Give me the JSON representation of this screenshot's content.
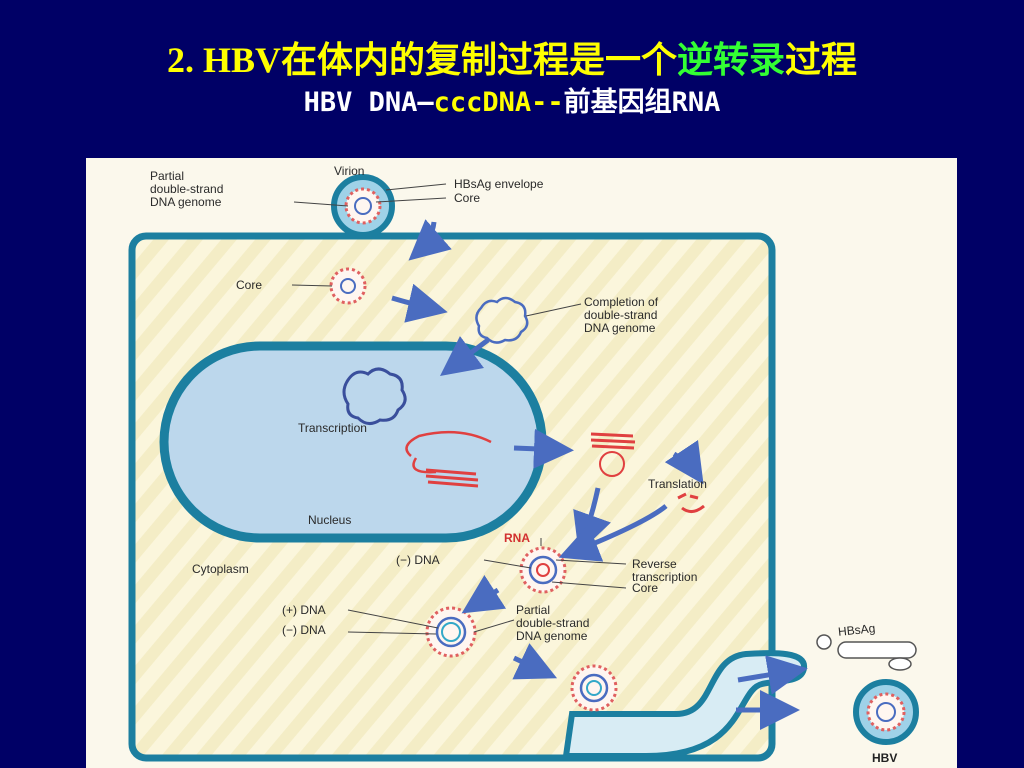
{
  "slide": {
    "title_line1": {
      "part1": "2. HBV在体内的复制过程是一个",
      "part2": "逆转录",
      "part3": "过程"
    },
    "title_line2": {
      "part1": "HBV DNA—",
      "part2": "cccDNA--",
      "part3": "前基因组RNA"
    },
    "colors": {
      "background": "#000066",
      "title": "#ffff00",
      "highlight": "#33ff33",
      "subtitle": "#ffffff"
    }
  },
  "diagram": {
    "labels": {
      "partial_genome": [
        "Partial",
        "double-strand",
        "DNA genome"
      ],
      "virion": "Virion",
      "hbsag_envelope": "HBsAg envelope",
      "core_top": "Core",
      "core_entry": "Core",
      "completion": [
        "Completion of",
        "double-strand",
        "DNA genome"
      ],
      "transcription": "Transcription",
      "translation": "Translation",
      "nucleus": "Nucleus",
      "rna": "RNA",
      "minus_dna": "(−) DNA",
      "reverse_transcription": [
        "Reverse",
        "transcription"
      ],
      "core_rt": "Core",
      "cytoplasm": "Cytoplasm",
      "plus_dna": "(+) DNA",
      "minus_dna2": "(−) DNA",
      "partial_genome2": [
        "Partial",
        "double-strand",
        "DNA genome"
      ],
      "hbsag": "HBsAg",
      "hbv": "HBV"
    }
  }
}
